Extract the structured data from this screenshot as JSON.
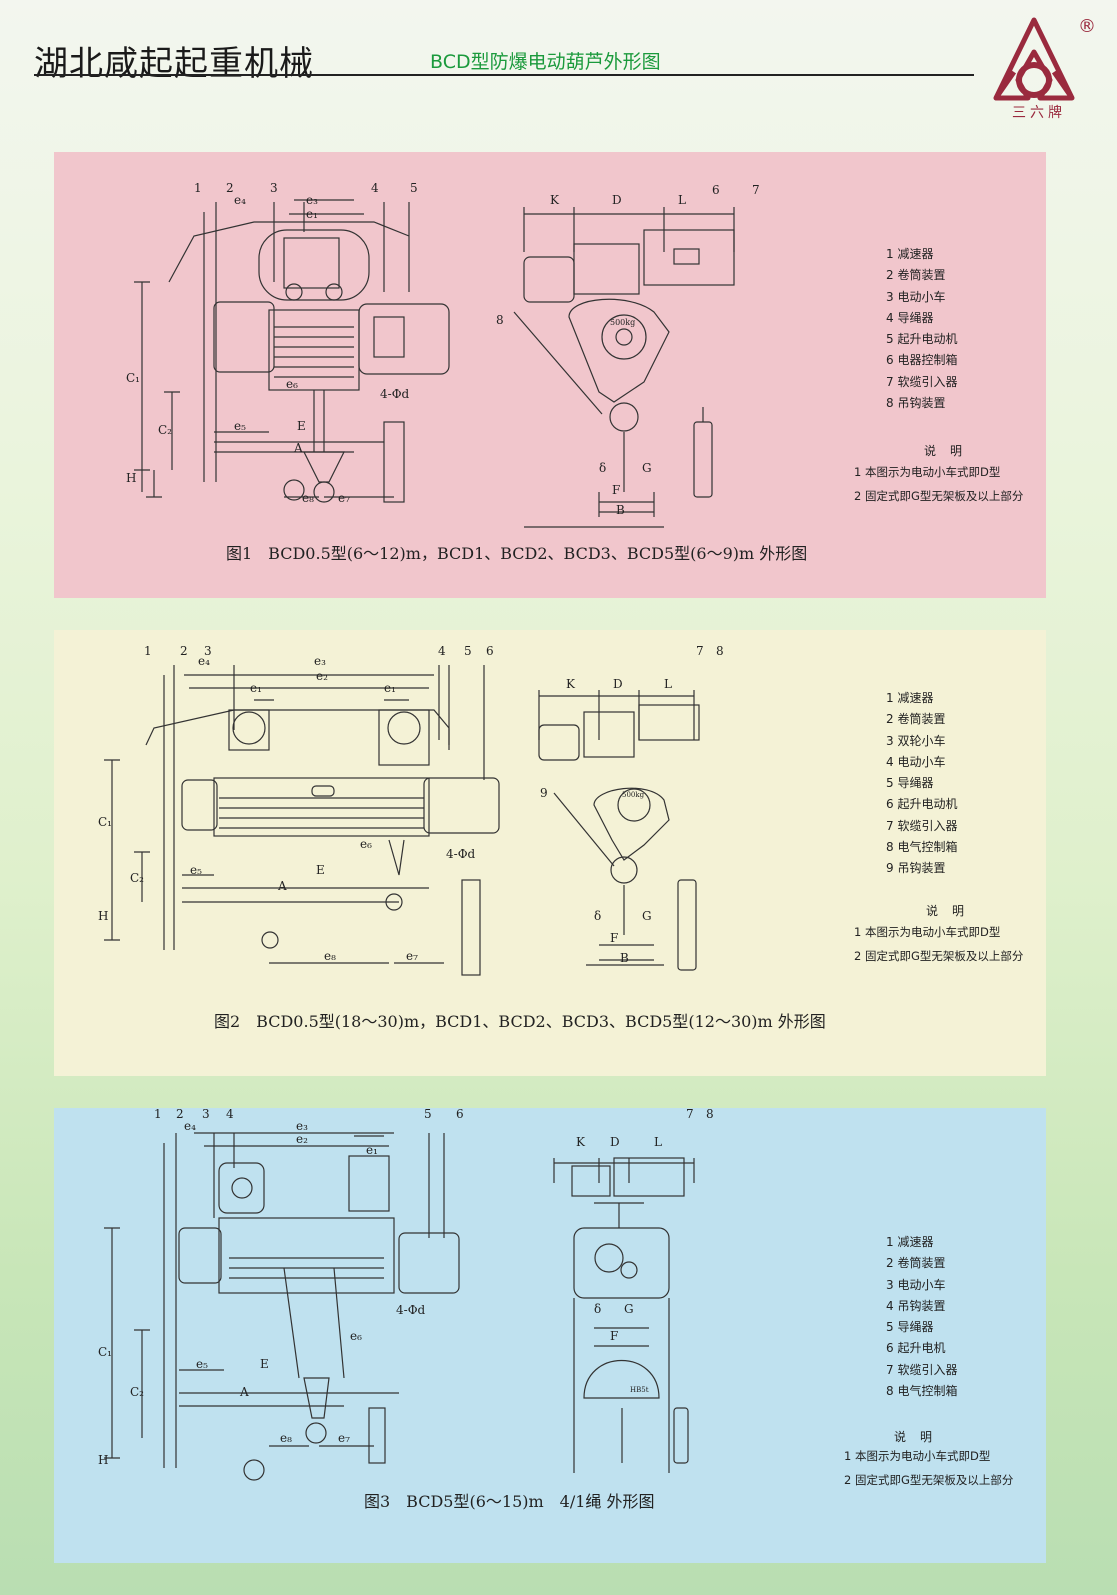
{
  "header": {
    "company": "湖北咸起起重机械",
    "title": "BCD型防爆电动葫芦外形图",
    "brand": "三六牌",
    "registered": "®",
    "logo_icon": "triangle-ring-logo-icon",
    "title_color": "#1b9a3c",
    "brand_color": "#9a2a3e"
  },
  "figures": [
    {
      "panel_color": "#f1c6cc",
      "caption": "图1　BCD0.5型(6～12)m，BCD1、BCD2、BCD3、BCD5型(6～9)m 外形图",
      "legend": [
        "1 减速器",
        "2 卷筒装置",
        "3 电动小车",
        "4 导绳器",
        "5 起升电动机",
        "6 电器控制箱",
        "7 软缆引入器",
        "8 吊钩装置"
      ],
      "notes_title": "说明",
      "notes": [
        "1 本图示为电动小车式即D型",
        "2 固定式即G型无架板及以上部分"
      ],
      "callouts_side": [
        "1",
        "2",
        "3",
        "4",
        "5"
      ],
      "callouts_end": [
        "6",
        "7",
        "8"
      ],
      "dims_side": {
        "e4": "e₄",
        "e3": "e₃",
        "e1": "e₁",
        "c1": "C₁",
        "c2": "C₂",
        "h": "H",
        "e5": "e₅",
        "e": "E",
        "a": "A",
        "e6": "e₆",
        "e7": "e₇",
        "e8": "e₈",
        "holes": "4-Φd"
      },
      "dims_end": {
        "k": "K",
        "d": "D",
        "l": "L",
        "delta": "δ",
        "g": "G",
        "f": "F",
        "b": "B"
      },
      "plate_load": "500kg"
    },
    {
      "panel_color": "#f4f2d6",
      "caption": "图2　BCD0.5型(18～30)m，BCD1、BCD2、BCD3、BCD5型(12～30)m 外形图",
      "legend": [
        "1 减速器",
        "2 卷筒装置",
        "3 双轮小车",
        "4 电动小车",
        "5 导绳器",
        "6 起升电动机",
        "7 软缆引入器",
        "8 电气控制箱",
        "9 吊钩装置"
      ],
      "notes_title": "说明",
      "notes": [
        "1 本图示为电动小车式即D型",
        "2 固定式即G型无架板及以上部分"
      ],
      "callouts_side": [
        "1",
        "2",
        "3",
        "4",
        "5",
        "6"
      ],
      "callouts_end": [
        "7",
        "8",
        "9"
      ],
      "dims_side": {
        "e4": "e₄",
        "e3": "e₃",
        "e2": "e₂",
        "e1": "e₁",
        "c1": "C₁",
        "c2": "C₂",
        "h": "H",
        "e5": "e₅",
        "e": "E",
        "a": "A",
        "e6": "e₆",
        "e7": "e₇",
        "e8": "e₈",
        "holes": "4-Φd"
      },
      "dims_end": {
        "k": "K",
        "d": "D",
        "l": "L",
        "delta": "δ",
        "g": "G",
        "f": "F",
        "b": "B"
      },
      "plate_load": "500kg"
    },
    {
      "panel_color": "#bfe1ef",
      "caption": "图3　BCD5型(6～15)m　4/1绳 外形图",
      "legend": [
        "1 减速器",
        "2 卷筒装置",
        "3 电动小车",
        "4 吊钩装置",
        "5 导绳器",
        "6 起升电机",
        "7 软缆引入器",
        "8 电气控制箱"
      ],
      "notes_title": "说明",
      "notes": [
        "1 本图示为电动小车式即D型",
        "2 固定式即G型无架板及以上部分"
      ],
      "callouts_side": [
        "1",
        "2",
        "3",
        "4",
        "5",
        "6"
      ],
      "callouts_end": [
        "7",
        "8"
      ],
      "dims_side": {
        "e4": "e₄",
        "e3": "e₃",
        "e2": "e₂",
        "e1": "e₁",
        "c1": "C₁",
        "c2": "C₂",
        "h": "H",
        "e5": "e₅",
        "e": "E",
        "a": "A",
        "e6": "e₆",
        "e7": "e₇",
        "e8": "e₈",
        "holes": "4-Φd"
      },
      "dims_end": {
        "k": "K",
        "d": "D",
        "l": "L",
        "delta": "δ",
        "g": "G",
        "f": "F"
      },
      "plate_load": "HB5t"
    }
  ]
}
